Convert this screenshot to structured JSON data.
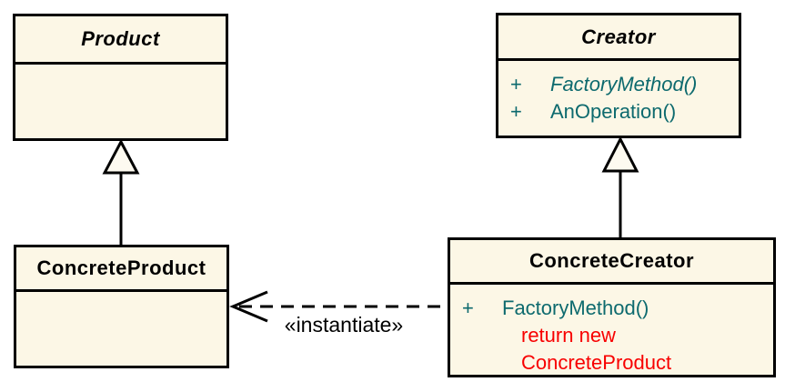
{
  "colors": {
    "box_fill": "#FCF7E6",
    "box_border": "#000000",
    "title_text": "#000000",
    "method_text": "#0D6A6E",
    "note_text": "#F80000",
    "label_text": "#000000"
  },
  "classes": {
    "product": {
      "name": "Product"
    },
    "creator": {
      "name": "Creator",
      "methods": [
        {
          "visibility": "+",
          "label": "FactoryMethod()"
        },
        {
          "visibility": "+",
          "label": "AnOperation()"
        }
      ]
    },
    "concrete_product": {
      "name": "ConcreteProduct"
    },
    "concrete_creator": {
      "name": "ConcreteCreator",
      "methods": [
        {
          "visibility": "+",
          "label": "FactoryMethod()"
        }
      ],
      "note_lines": [
        "return new",
        "ConcreteProduct"
      ]
    }
  },
  "relations": {
    "instantiate_label": "«instantiate»"
  }
}
